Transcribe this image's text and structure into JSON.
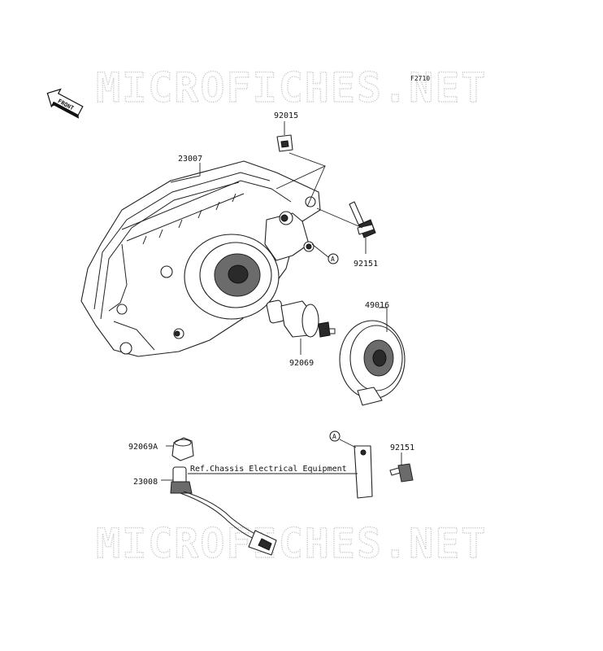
{
  "watermark": {
    "text": "MICROFICHES.NET"
  },
  "figure_code": "F2710",
  "front_indicator": "FRONT",
  "ref_marker": "A",
  "parts": {
    "p92015": "92015",
    "p23007": "23007",
    "p92151_upper": "92151",
    "p49016": "49016",
    "p92069": "92069",
    "p92069A": "92069A",
    "p23008": "23008",
    "p92151_lower": "92151"
  },
  "reference_note": "Ref.Chassis Electrical Equipment"
}
